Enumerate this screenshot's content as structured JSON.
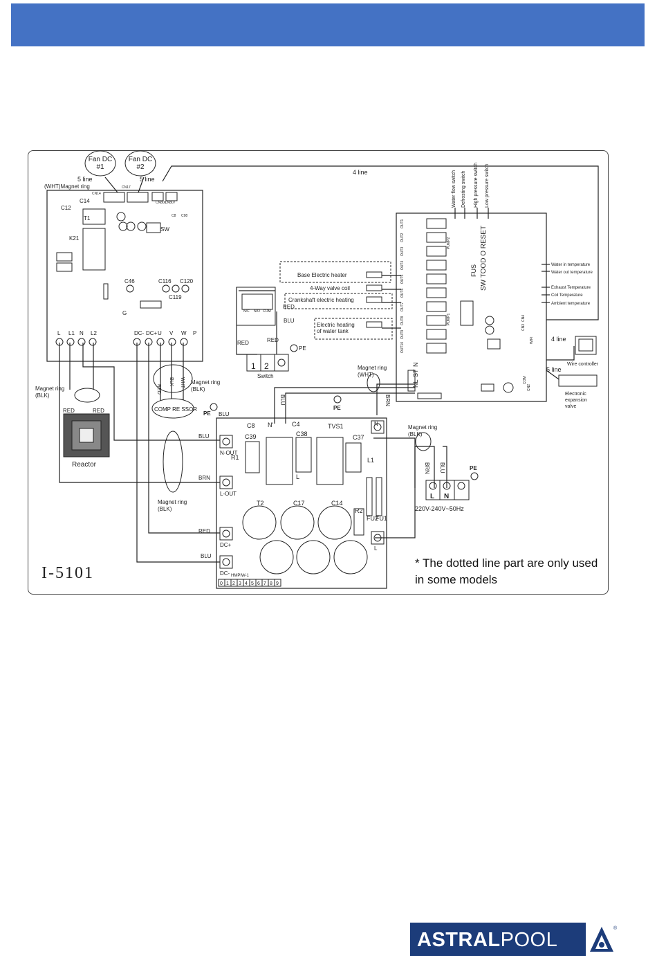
{
  "diagram": {
    "model_code": "I-5101",
    "footnote": "* The dotted line part are only used\nin some models",
    "fans": [
      {
        "label": "Fan DC\n#1",
        "line": "5 line"
      },
      {
        "label": "Fan DC\n#2",
        "line": "5 line"
      }
    ],
    "top_board": {
      "magnet_label": "(WHT)Magnet ring",
      "components": [
        "C14",
        "C12",
        "T1",
        "K21",
        "SW",
        "C46",
        "C116",
        "C120",
        "C119",
        "G",
        "CN14",
        "CN17",
        "CN801",
        "CN807",
        "C8",
        "C98"
      ],
      "terminals_left": [
        "L",
        "L1",
        "N",
        "L2"
      ],
      "terminals_right": [
        "DC-",
        "DC+",
        "U",
        "V",
        "W",
        "P"
      ]
    },
    "four_line": "4 line",
    "switch_labels": [
      "Water flow switch",
      "Defrosting switch",
      "High pressure switch",
      "Low pressure switch"
    ],
    "sensor_labels": [
      "Water in temperature",
      "Water out temperature",
      "Exhaust Temperature",
      "Coil Temperature",
      "Ambient temperature"
    ],
    "control_board": {
      "outputs": [
        "OUT1",
        "OUT2",
        "OUT3",
        "OUT4",
        "OUT5",
        "OUT6",
        "OUT7",
        "OUT8",
        "OUT9",
        "OUT10"
      ],
      "fuse_label": "FUS",
      "board_text": "SW TOOD O RESET",
      "com_labels": [
        "COM",
        "WIFI",
        "CN3",
        "CN4",
        "CN2",
        "PUMP1",
        "PUMP2"
      ]
    },
    "loads": [
      {
        "label": "Base Electric heater",
        "dotted": true
      },
      {
        "label": "4-Way valve coil",
        "dotted": false
      },
      {
        "label": "Crankshaft electric heating",
        "dotted": true
      },
      {
        "label": "Electric heating\nof water tank",
        "dotted": true
      }
    ],
    "relay": {
      "labels": [
        "N/C",
        "N/O",
        "COM"
      ],
      "red": "RED",
      "blu": "BLU"
    },
    "switch": {
      "label": "Switch",
      "terminals": [
        "1",
        "2"
      ],
      "red_left": "RED",
      "red_right": "RED",
      "pe": "PE"
    },
    "wire_controller": {
      "label": "Wire controller",
      "line": "4 line"
    },
    "expansion_valve": {
      "label": "Electronic\nexpansion\nvalve",
      "line": "5 line"
    },
    "magnet_rings": {
      "wht": "Magnet ring\n(WHT)",
      "blk_left": "Magnet ring\n(BLK)",
      "blk_mid": "Magnet ring\n(BLK)",
      "blk_comp": "Magnet ring\n(BLK)",
      "blk_right": "Magnet ring\n(BLK)"
    },
    "reactor": {
      "label": "Reactor",
      "red1": "RED",
      "red2": "RED"
    },
    "compressor": {
      "label": "COMP RE SSOR",
      "wires": [
        "RED",
        "BLK",
        "WHT"
      ],
      "pe": "PE"
    },
    "control_terminals": {
      "labels": [
        "NL",
        "ST",
        "N"
      ],
      "wires": [
        "BLU",
        "BRN"
      ],
      "pe": "PE"
    },
    "filter_board": {
      "code": "HMPIW-1",
      "components": [
        "C8",
        "C4",
        "TVS1",
        "C39",
        "C38",
        "C37",
        "R1",
        "L1",
        "L",
        "T2",
        "C17",
        "C14",
        "R2",
        "FU2",
        "FU1",
        "N'"
      ],
      "terminals": [
        "N-OUT",
        "L-OUT",
        "DC+",
        "DC-",
        "N",
        "L"
      ],
      "strip": [
        "0",
        "1",
        "2",
        "3",
        "4",
        "5",
        "6",
        "7",
        "8",
        "9"
      ]
    },
    "wire_colors": {
      "blu": "BLU",
      "brn": "BRN",
      "red": "RED"
    },
    "power": {
      "terminals": [
        "L",
        "N"
      ],
      "wires": [
        "BRN",
        "BLU"
      ],
      "pe": "PE",
      "supply": "220V-240V~50Hz"
    }
  },
  "logo": {
    "text_bold": "ASTRAL",
    "text_light": "POOL",
    "mark": "®"
  }
}
